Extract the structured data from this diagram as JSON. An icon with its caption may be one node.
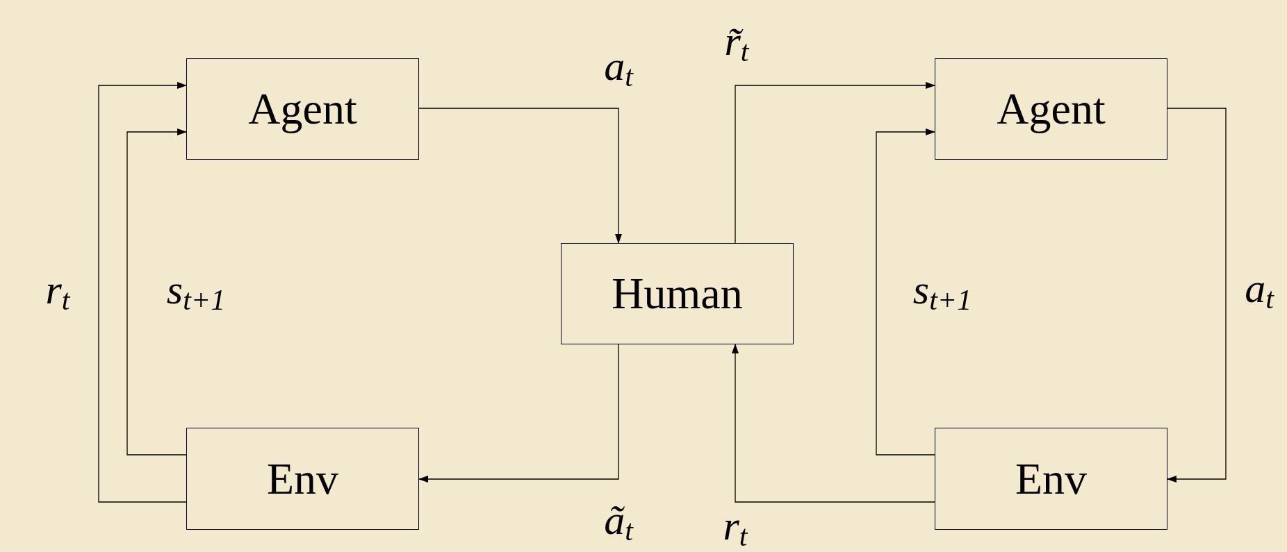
{
  "diagram": {
    "nodes": [
      {
        "text": [
          "Agent"
        ]
      },
      {
        "text": [
          "Env"
        ]
      },
      {
        "text": [
          "Human"
        ]
      },
      {
        "text": [
          "Agent"
        ]
      },
      {
        "text": [
          "Env"
        ]
      }
    ],
    "edges": [
      {
        "from": 0,
        "to": 2,
        "arrow": "to",
        "label": "a$_{t}$"
      },
      {
        "from": 2,
        "to": 1,
        "arrow": "to",
        "label": "ã$_{t}$"
      },
      {
        "from": 1,
        "to": 0,
        "arrow": "to",
        "label": "r$_{t}$"
      },
      {
        "from": 1,
        "to": 0,
        "arrow": "to",
        "label": "s$_{t+1}$"
      },
      {
        "from": 2,
        "to": 3,
        "arrow": "to",
        "label": "r̃$_{t}$"
      },
      {
        "from": 3,
        "to": 4,
        "arrow": "to",
        "label": "a$_{t}$"
      },
      {
        "from": 4,
        "to": 3,
        "arrow": "to",
        "label": "s$_{t+1}$"
      },
      {
        "from": 4,
        "to": 2,
        "arrow": "to",
        "label": "r$_{t}$"
      }
    ]
  }
}
